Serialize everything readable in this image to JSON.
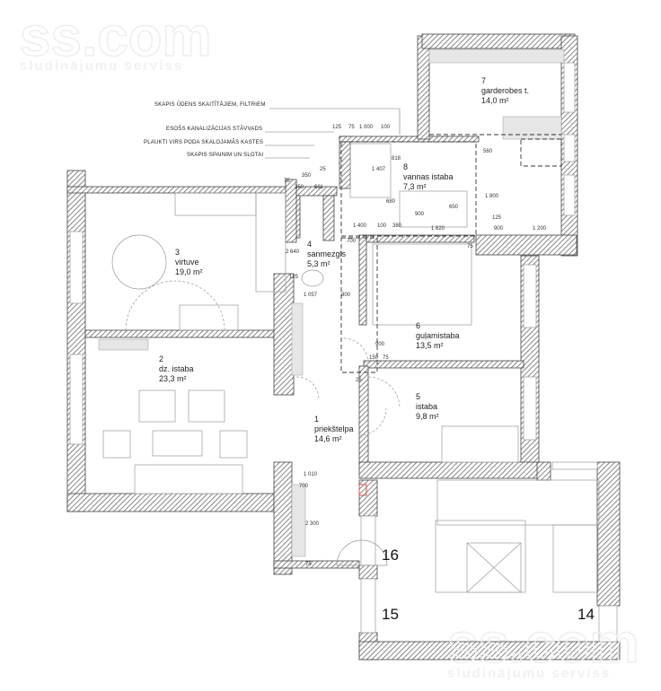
{
  "watermark": {
    "logo": "ss.com",
    "tagline": "sludinājumu serviss"
  },
  "annotations": [
    "SKAPIS ŪDENS SKAITĪTĀJIEM, FILTRIEM",
    "ESOŠS KANALIZĀCIJAS STĀVVADS",
    "PLAUKTI VIRS PODA SKALOJAMĀS KASTES",
    "SKAPIS SPAINIM UN SLOTAI"
  ],
  "rooms": [
    {
      "number": "1",
      "name": "priekštelpa",
      "area": "14,6 m²"
    },
    {
      "number": "2",
      "name": "dz. istaba",
      "area": "23,3 m²"
    },
    {
      "number": "3",
      "name": "virtuve",
      "area": "19,0 m²"
    },
    {
      "number": "4",
      "name": "sanmezgls",
      "area": "5,3 m²"
    },
    {
      "number": "5",
      "name": "istaba",
      "area": "9,8 m²"
    },
    {
      "number": "6",
      "name": "guļamistaba",
      "area": "13,5 m²"
    },
    {
      "number": "7",
      "name": "garderobes t.",
      "area": "14,0 m²"
    },
    {
      "number": "8",
      "name": "vannas istaba",
      "area": "7,3 m²"
    }
  ],
  "stair_numbers": [
    "16",
    "15",
    "14"
  ],
  "dimensions": [
    "125",
    "75",
    "1 000",
    "100",
    "350",
    "25",
    "681",
    "75",
    "350",
    "1 407",
    "818",
    "680",
    "2 640",
    "1 400",
    "100",
    "380",
    "700",
    "125",
    "1 057",
    "800",
    "900",
    "150",
    "75",
    "25",
    "1 800",
    "560",
    "125",
    "900",
    "1 200",
    "1 820",
    "1 010",
    "700",
    "2 300",
    "75",
    "900",
    "650",
    "75"
  ],
  "colors": {
    "wall_hatch": "#555555",
    "marker": "#d9534f"
  }
}
